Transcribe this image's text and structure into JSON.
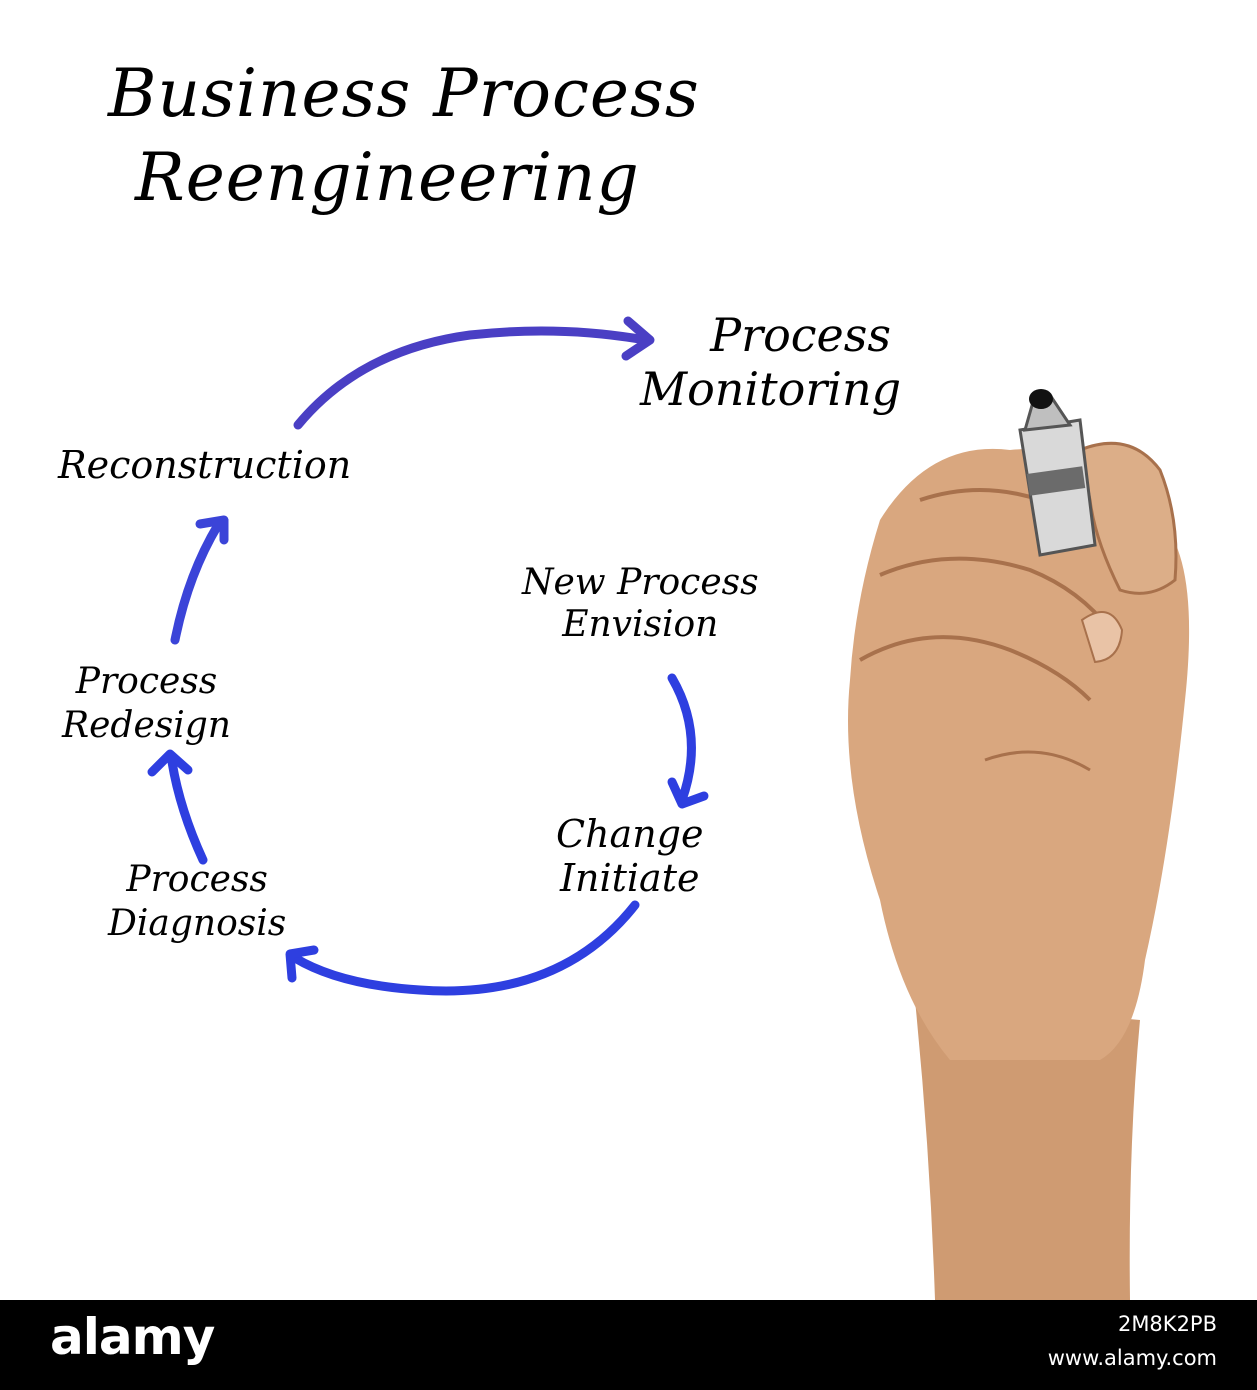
{
  "title": {
    "line1": "Business Process",
    "line2": "Reengineering"
  },
  "steps": [
    {
      "line1": "Process",
      "line2": "Monitoring"
    },
    {
      "line1": "Reconstruction",
      "line2": ""
    },
    {
      "line1": "New Process",
      "line2": "Envision"
    },
    {
      "line1": "Process",
      "line2": "Redesign"
    },
    {
      "line1": "Change",
      "line2": "Initiate"
    },
    {
      "line1": "Process",
      "line2": "Diagnosis"
    }
  ],
  "colors": {
    "arrow_purple": "#4a3fc4",
    "arrow_blue": "#2e3fe0",
    "skin": "#d9a77f",
    "marker_body": "#d9d9d9",
    "marker_cap": "#6b6b6b"
  },
  "footer": {
    "logo": "alamy",
    "image_id": "2M8K2PB",
    "url": "www.alamy.com"
  }
}
